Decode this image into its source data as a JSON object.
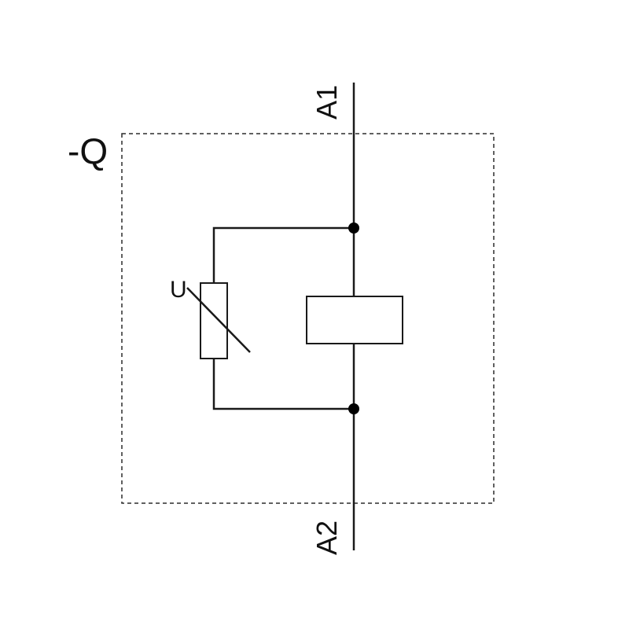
{
  "diagram": {
    "type": "electrical-schematic",
    "component_label": "-Q",
    "terminal_top_label": "A1",
    "terminal_bottom_label": "A2",
    "varistor_label": "U",
    "symbols": [
      "dashed component boundary",
      "coil (rectangle) between terminals A1 and A2",
      "varistor (rectangle with diagonal stroke) in parallel with coil",
      "two junction dots on main wire"
    ]
  },
  "colors": {
    "background": "#ffffff",
    "line": "#1a1a1a",
    "dashed_border": "#2b2b2b",
    "text": "#111111",
    "junction_dot": "#000000"
  }
}
